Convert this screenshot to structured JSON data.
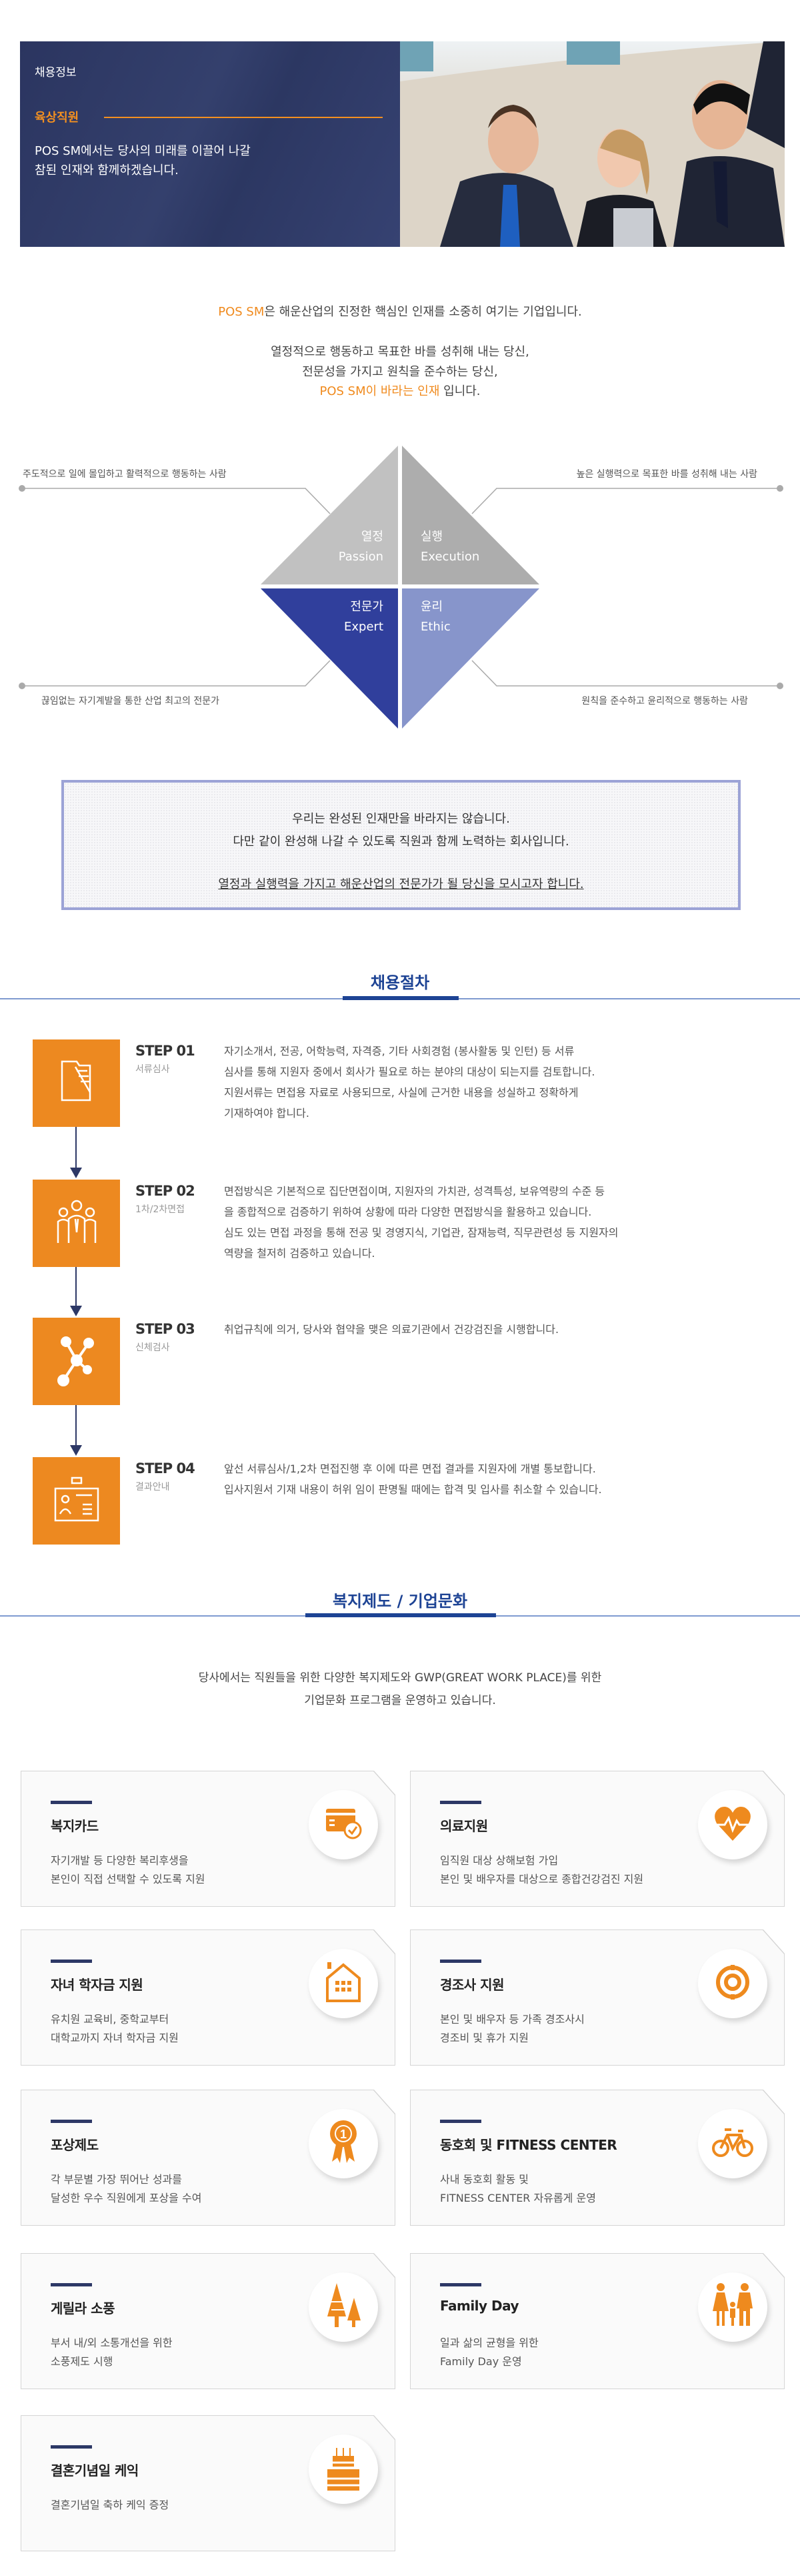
{
  "banner": {
    "category": "채용정보",
    "title": "육상직원",
    "desc": [
      "POS SM에서는 당사의 미래를 이끌어 나갈",
      "참된 인재와 함께하겠습니다."
    ]
  },
  "intro": {
    "line1_brand": "POS SM",
    "line1_rest": "은 해운산업의 진정한 핵심인 인재를 소중히 여기는 기업입니다.",
    "line2": "열정적으로 행동하고 목표한 바를 성취해 내는 당신,",
    "line3": "전문성을 가지고 원칙을 준수하는 당신,",
    "line4_brand": "POS SM이 바라는 인재",
    "line4_rest": " 입니다."
  },
  "values": [
    {
      "ko": "열정",
      "en": "Passion",
      "desc": "주도적으로 일에 몰입하고 활력적으로 행동하는 사람",
      "color": "#c1c1c1"
    },
    {
      "ko": "실행",
      "en": "Execution",
      "desc": "높은 실행력으로 목표한 바를 성취해 내는 사람",
      "color": "#adadad"
    },
    {
      "ko": "전문가",
      "en": "Expert",
      "desc": "끊임없는 자기계발을 통한 산업 최고의 전문가",
      "color": "#303f9c"
    },
    {
      "ko": "윤리",
      "en": "Ethic",
      "desc": "원칙을 준수하고 윤리적으로 행동하는 사람",
      "color": "#8795cb"
    }
  ],
  "message": {
    "line1": "우리는 완성된 인재만을 바라지는 않습니다.",
    "line2": "다만 같이 완성해 나갈 수 있도록 직원과 함께 노력하는 회사입니다.",
    "line3": "열정과 실행력을 가지고 해운산업의 전문가가 될 당신을 모시고자 합니다."
  },
  "process": {
    "title": "채용절차",
    "steps": [
      {
        "num": "STEP 01",
        "sub": "서류심사",
        "icon": "folder-icon",
        "lines": [
          "자기소개서, 전공, 어학능력, 자격증, 기타 사회경험 (봉사활동 및 인턴) 등 서류",
          "심사를 통해 지원자 중에서 회사가 필요로 하는 분야의 대상이 되는지를 검토합니다.",
          "지원서류는 면접용 자료로 사용되므로, 사실에 근거한 내용을 성실하고 정확하게",
          "기재하여야 합니다."
        ]
      },
      {
        "num": "STEP 02",
        "sub": "1차/2차면접",
        "icon": "people-icon",
        "lines": [
          "면접방식은 기본적으로 집단면접이며, 지원자의 가치관, 성격특성, 보유역량의 수준 등",
          "을 종합적으로 검증하기 위하여 상황에 따라 다양한 면접방식을 활용하고 있습니다.",
          "심도 있는 면접 과정을 통해 전공 및 경영지식, 기업관, 잠재능력, 직무관련성 등 지원자의",
          "역량을 철저히 검증하고 있습니다."
        ]
      },
      {
        "num": "STEP 03",
        "sub": "신체검사",
        "icon": "molecule-icon",
        "lines": [
          "취업규칙에 의거, 당사와 협약을 맺은 의료기관에서 건강검진을 시행합니다."
        ]
      },
      {
        "num": "STEP 04",
        "sub": "결과안내",
        "icon": "id-card-icon",
        "lines": [
          "앞선 서류심사/1,2차 면접진행 후 이에 따른 면접 결과를 지원자에 개별 통보합니다.",
          "입사지원서 기재 내용이 허위 임이 판명될 때에는 합격 및 입사를 취소할 수 있습니다."
        ]
      }
    ]
  },
  "welfare": {
    "title": "복지제도 / 기업문화",
    "intro1": "당사에서는 직원들을 위한 다양한 복지제도와 GWP(GREAT WORK PLACE)를 위한",
    "intro2": "기업문화 프로그램을 운영하고 있습니다.",
    "accent": "#ee8a1e",
    "cards": [
      {
        "title": "복지카드",
        "icon": "card-check-icon",
        "lines": [
          "자기개발 등 다양한 복리후생을",
          "본인이 직접 선택할 수 있도록 지원"
        ]
      },
      {
        "title": "의료지원",
        "icon": "heartbeat-icon",
        "lines": [
          "임직원 대상 상해보험 가입",
          "본인 및 배우자를 대상으로 종합건강검진 지원"
        ]
      },
      {
        "title": "자녀 학자금 지원",
        "icon": "school-icon",
        "lines": [
          "유치원 교육비, 중학교부터",
          "대학교까지 자녀 학자금 지원"
        ]
      },
      {
        "title": "경조사 지원",
        "icon": "flower-icon",
        "lines": [
          "본인 및 배우자 등 가족 경조사시",
          "경조비 및 휴가 지원"
        ]
      },
      {
        "title": "포상제도",
        "icon": "medal-icon",
        "lines": [
          "각 부문별 가장 뛰어난 성과를",
          "달성한 우수 직원에게 포상을 수여"
        ]
      },
      {
        "title": "동호회 및 FITNESS CENTER",
        "icon": "bicycle-icon",
        "lines": [
          "사내 동호회 활동 및",
          "FITNESS CENTER 자유롭게 운영"
        ]
      },
      {
        "title": "게릴라 소풍",
        "icon": "trees-icon",
        "lines": [
          "부서 내/외 소통개선을 위한",
          "소풍제도 시행"
        ]
      },
      {
        "title": "Family Day",
        "icon": "family-icon",
        "lines": [
          "일과 삶의 균형을 위한",
          "Family Day 운영"
        ]
      },
      {
        "title": "결혼기념일 케익",
        "icon": "cake-icon",
        "lines": [
          "결혼기념일 축하 케익 증정"
        ]
      }
    ]
  }
}
